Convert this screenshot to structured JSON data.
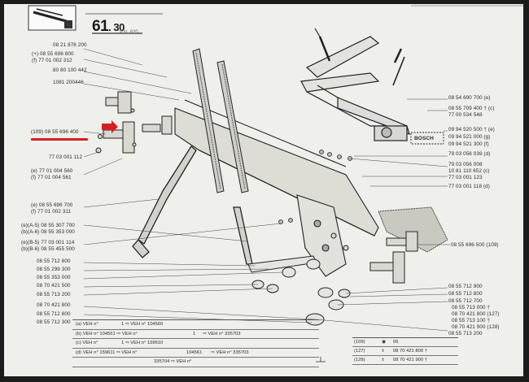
{
  "header": {
    "page_number": "61",
    "page_suffix": ". 30",
    "page_sub": "P.N. 820",
    "small_mark": "P.N. 820"
  },
  "left_refs": [
    "08 21 876 200",
    "(+) 08 55 696 800",
    "(f) 77 01 002 312",
    "80 80 100 442",
    "1081 200446",
    "(109) 08 55 696 400",
    "77 03 001 112",
    "(e) 77 01 004 560",
    "(f) 77 01 004 561",
    "(e) 08 55 696 700",
    "(f) 77 01 002 311",
    "(e)(A-5) 08 55 307 700",
    "(b)(A-6) 08 55 353 000",
    "(e)(B-5) 77 03 001 114",
    "(b)(B-6) 08 55 455 500",
    "08 55 712 800",
    "08 55 299 300",
    "08 55 353 000",
    "08 70 421 500",
    "08 55 713 200",
    "08 70 421 800",
    "08 55 712 800",
    "08 55 712 300"
  ],
  "right_refs": [
    "08 54 690 700 (e)",
    "08 55 709 400 † (c)",
    "77 00 534 548",
    "09 94 520 500 † (e)",
    "09 94 521 000 (g)",
    "09 94 521 300 (f)",
    "79 03 056 039 (d)",
    "79 03 056 008",
    "10 81 110 652 (c)",
    "77 03 001 123",
    "77 03 001 118 (d)",
    "08 55 696 500 (109)",
    "08 55 712 900",
    "08 55 712 800",
    "08 55 712 700",
    "08 55 713 000 †",
    "08 70 421 800 (127)",
    "08 55 713 100 †",
    "08 70 421 900 (128)",
    "08 55 713 200"
  ],
  "bosch_label": "BOSCH",
  "legend": {
    "rows": [
      [
        "(a) VEH n°",
        "1 ⇨ VEH n° 104560",
        "",
        ""
      ],
      [
        "(b) VEH n° 104561 ⇨ VEH n°",
        "1",
        "⇨ VEH n° 335703",
        ""
      ],
      [
        "(c) VEH n°",
        "1 ⇨ VEH n° 159610",
        "",
        ""
      ],
      [
        "(d) VEH n° 159611 ⇨ VEH n°",
        "104561",
        "⇨ VEH n° 335703",
        ""
      ],
      [
        "",
        "335704 ⇨ VEH n°",
        "",
        ""
      ]
    ],
    "right_rows": [
      [
        "(109)",
        "06"
      ],
      [
        "(127)",
        "08 70 421 800 †"
      ],
      [
        "(128)",
        "08 70 421 900 †"
      ]
    ]
  }
}
